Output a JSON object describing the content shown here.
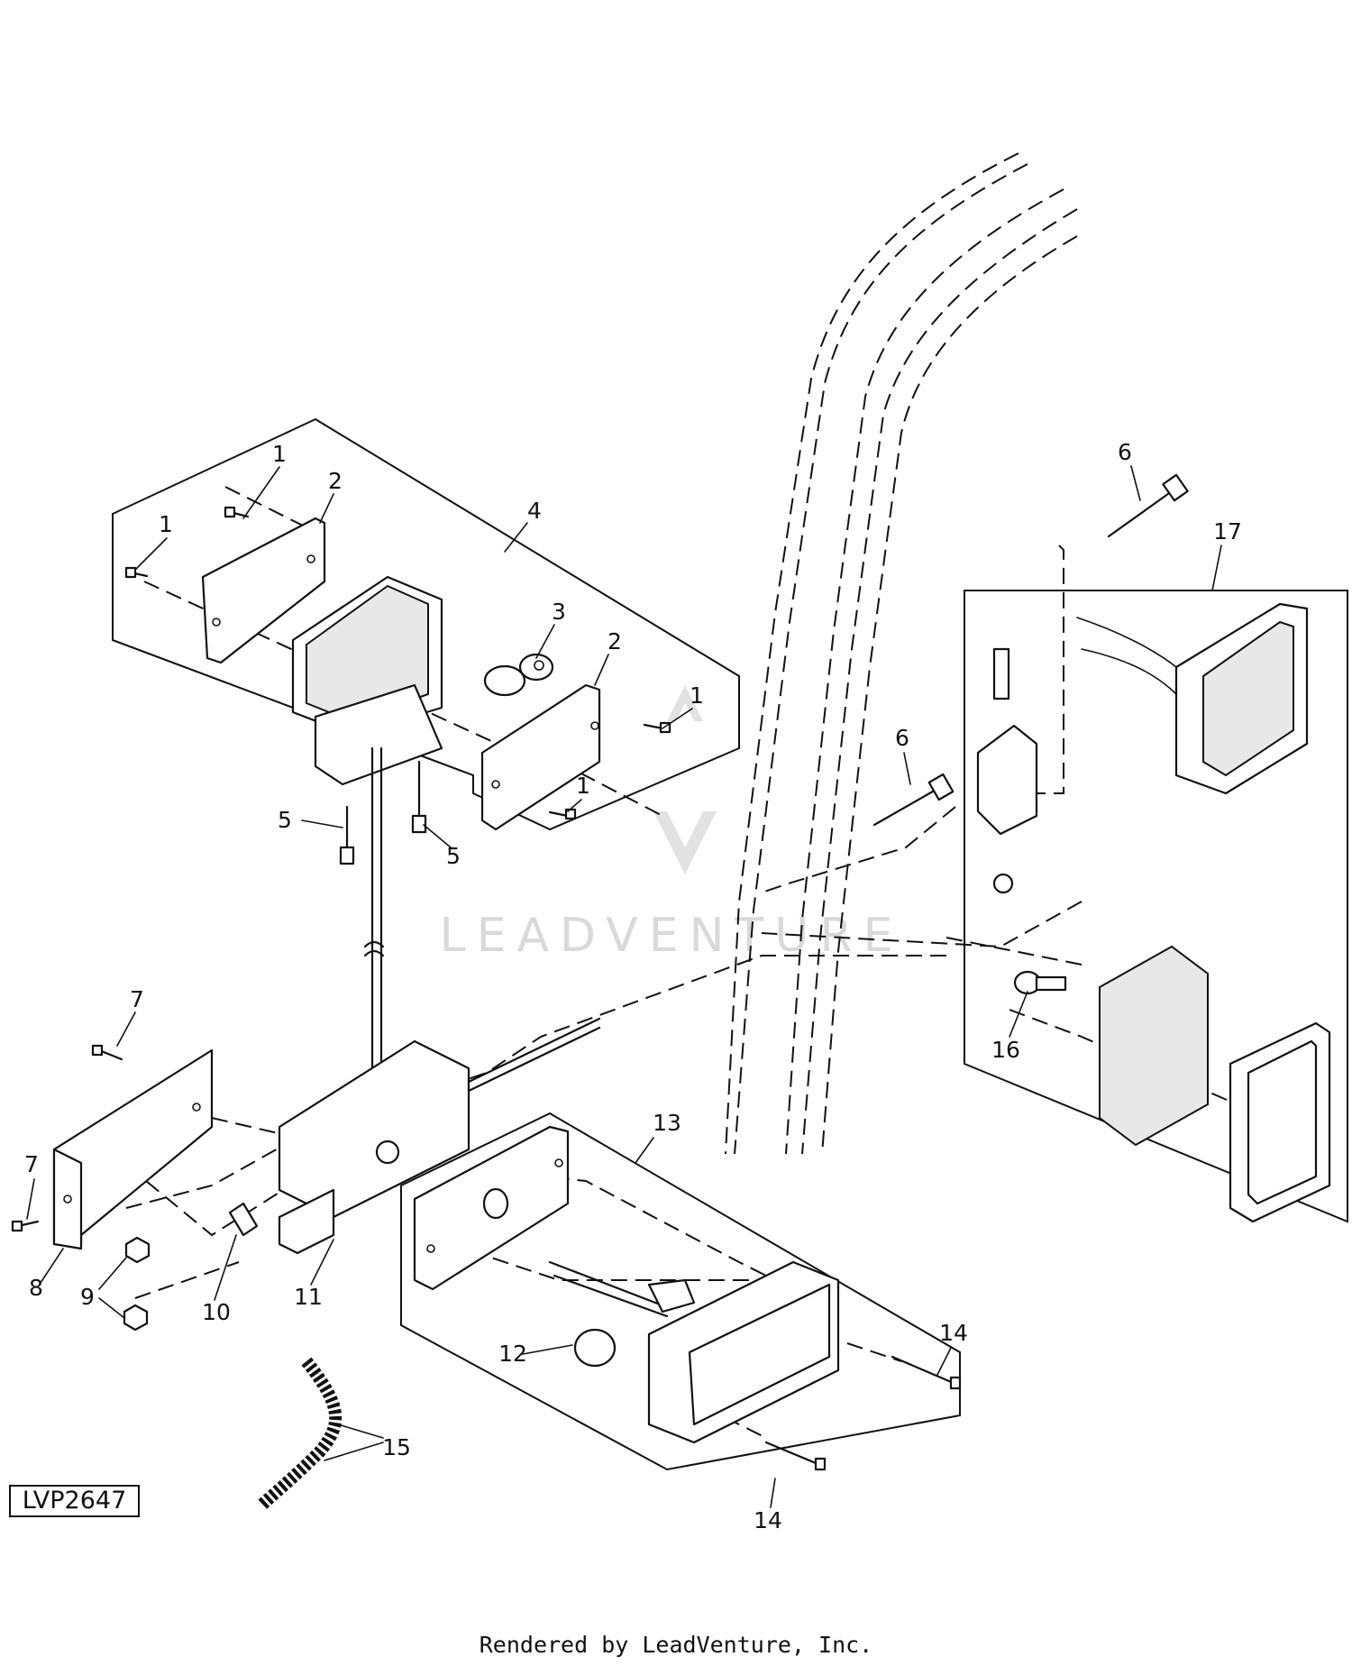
{
  "diagram": {
    "callouts": [
      {
        "id": "c1a",
        "label": "1"
      },
      {
        "id": "c1b",
        "label": "1"
      },
      {
        "id": "c1c",
        "label": "1"
      },
      {
        "id": "c1d",
        "label": "1"
      },
      {
        "id": "c2a",
        "label": "2"
      },
      {
        "id": "c2b",
        "label": "2"
      },
      {
        "id": "c3",
        "label": "3"
      },
      {
        "id": "c4",
        "label": "4"
      },
      {
        "id": "c5a",
        "label": "5"
      },
      {
        "id": "c5b",
        "label": "5"
      },
      {
        "id": "c6a",
        "label": "6"
      },
      {
        "id": "c6b",
        "label": "6"
      },
      {
        "id": "c7a",
        "label": "7"
      },
      {
        "id": "c7b",
        "label": "7"
      },
      {
        "id": "c8",
        "label": "8"
      },
      {
        "id": "c9",
        "label": "9"
      },
      {
        "id": "c10",
        "label": "10"
      },
      {
        "id": "c11",
        "label": "11"
      },
      {
        "id": "c12",
        "label": "12"
      },
      {
        "id": "c13",
        "label": "13"
      },
      {
        "id": "c14a",
        "label": "14"
      },
      {
        "id": "c14b",
        "label": "14"
      },
      {
        "id": "c15",
        "label": "15"
      },
      {
        "id": "c16",
        "label": "16"
      },
      {
        "id": "c17",
        "label": "17"
      }
    ],
    "figure_code": "LVP2647",
    "watermark": "LEADVENTURE"
  },
  "footer": {
    "rendered_by": "Rendered by LeadVenture, Inc."
  }
}
